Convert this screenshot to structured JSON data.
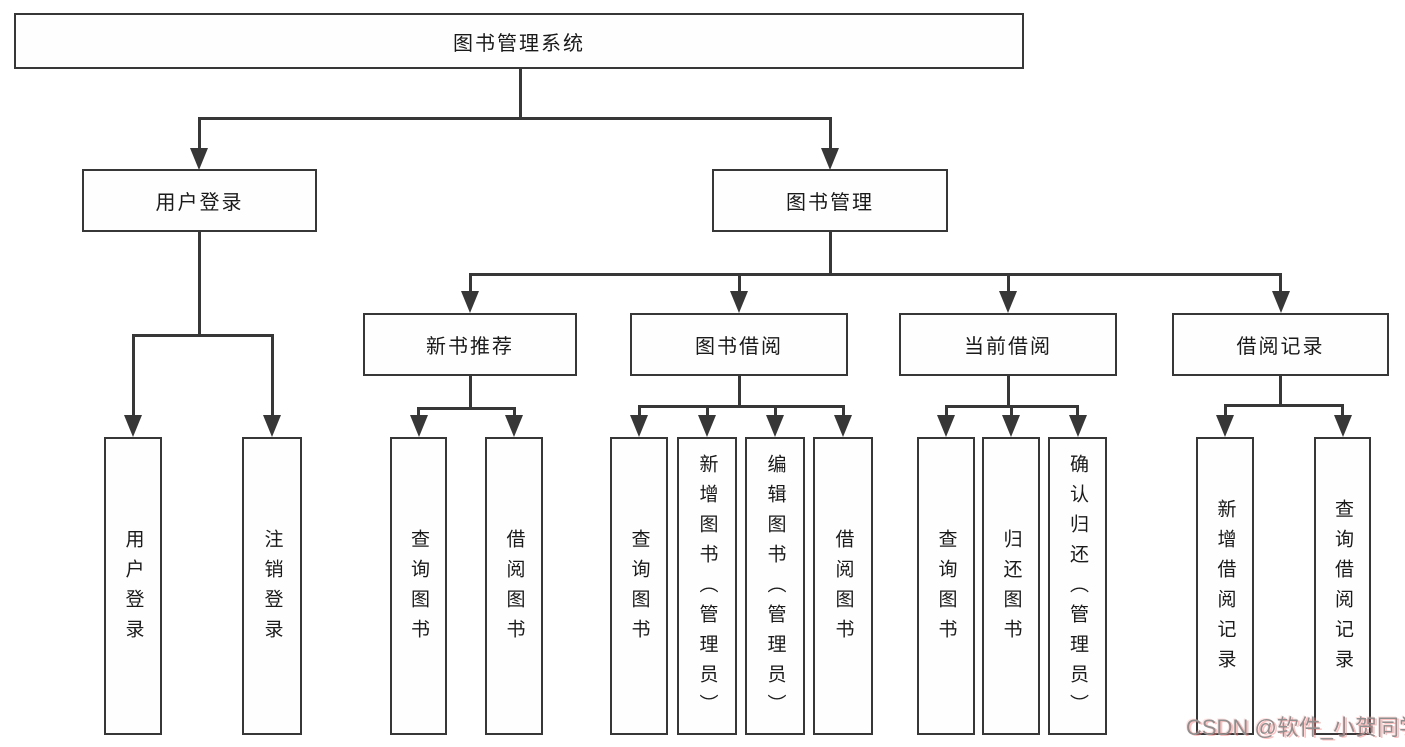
{
  "diagram_type": "feature-structure-tree",
  "colors": {
    "line": "#373737",
    "box_border": "#373737",
    "box_fill": "#fefefe",
    "text": "#1a1a1a",
    "watermark": "#8f8f8f",
    "watermark_tint": "#ff7878"
  },
  "watermark": {
    "text": "CSDN @软件_小贺同学"
  },
  "tree": {
    "label": "图书管理系统",
    "children": [
      {
        "label": "用户登录",
        "children": [
          {
            "label": "用户登录"
          },
          {
            "label": "注销登录"
          }
        ]
      },
      {
        "label": "图书管理",
        "children": [
          {
            "label": "新书推荐",
            "children": [
              {
                "label": "查询图书"
              },
              {
                "label": "借阅图书"
              }
            ]
          },
          {
            "label": "图书借阅",
            "children": [
              {
                "label": "查询图书"
              },
              {
                "label": "新增图书（管理员）"
              },
              {
                "label": "编辑图书（管理员）"
              },
              {
                "label": "借阅图书"
              }
            ]
          },
          {
            "label": "当前借阅",
            "children": [
              {
                "label": "查询图书"
              },
              {
                "label": "归还图书"
              },
              {
                "label": "确认归还（管理员）"
              }
            ]
          },
          {
            "label": "借阅记录",
            "children": [
              {
                "label": "新增借阅记录"
              },
              {
                "label": "查询借阅记录"
              }
            ]
          }
        ]
      }
    ]
  }
}
